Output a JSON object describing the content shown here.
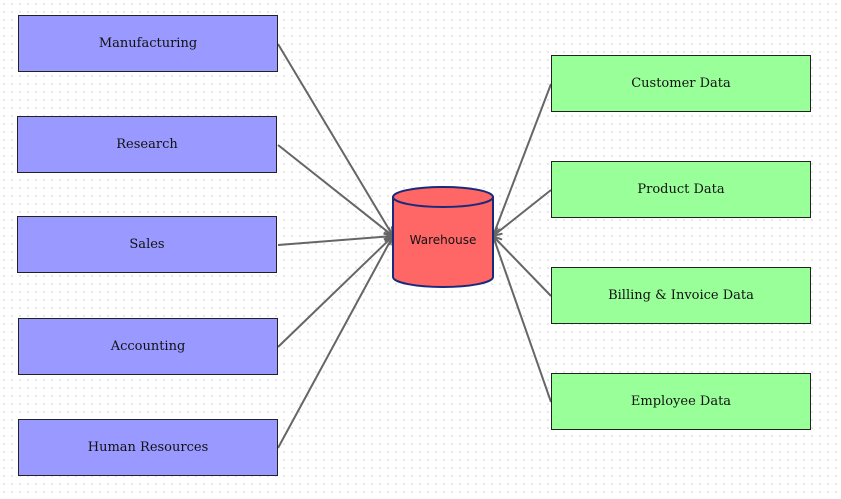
{
  "diagram": {
    "hub": {
      "label": "Warehouse",
      "fill": "#ff6666",
      "stroke": "#1a2a7a"
    },
    "sources": [
      {
        "id": "manufacturing",
        "label": "Manufacturing"
      },
      {
        "id": "research",
        "label": "Research"
      },
      {
        "id": "sales",
        "label": "Sales"
      },
      {
        "id": "accounting",
        "label": "Accounting"
      },
      {
        "id": "human-resources",
        "label": "Human Resources"
      }
    ],
    "targets": [
      {
        "id": "customer-data",
        "label": "Customer Data"
      },
      {
        "id": "product-data",
        "label": "Product Data"
      },
      {
        "id": "billing-invoice-data",
        "label": "Billing & Invoice Data"
      },
      {
        "id": "employee-data",
        "label": "Employee Data"
      }
    ],
    "colors": {
      "source_fill": "#9999ff",
      "target_fill": "#99ff99",
      "edge": "#666666"
    }
  }
}
